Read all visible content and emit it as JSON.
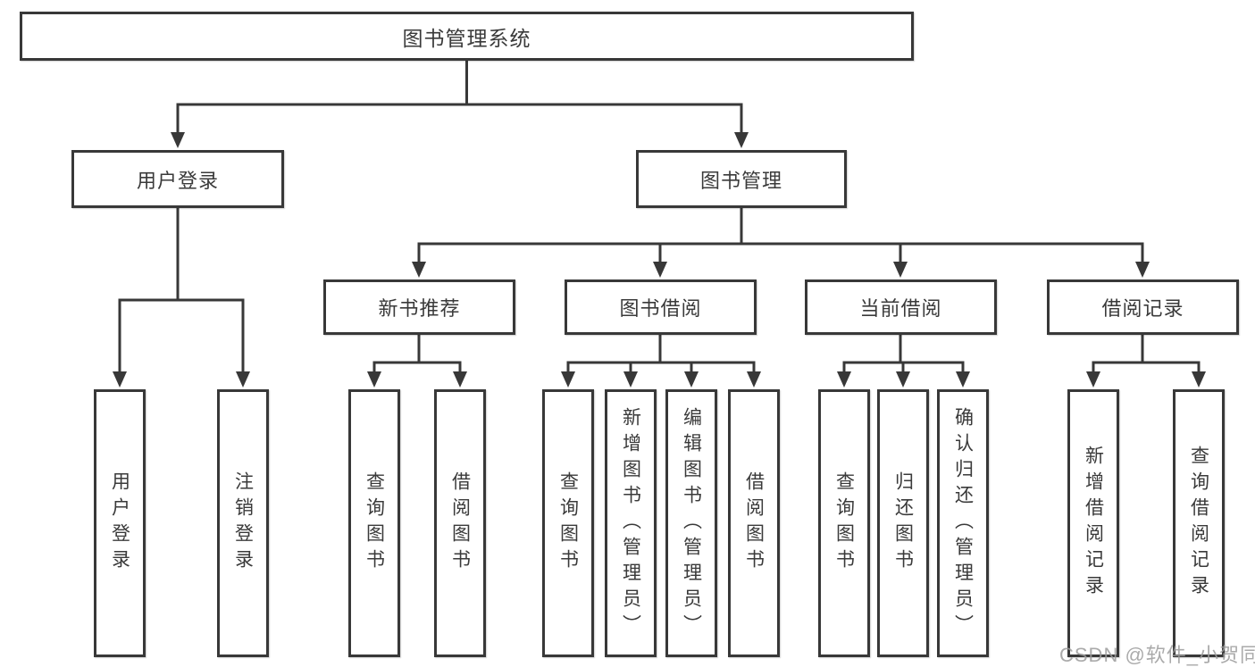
{
  "diagram": {
    "title": "图书管理系统",
    "colors": {
      "line": "#383838",
      "text": "#3a3a3a",
      "background": "#ffffff",
      "watermark_gray": "#9c9c9c"
    },
    "nodes": {
      "root": {
        "label": "图书管理系统"
      },
      "level2": [
        {
          "label": "用户登录"
        },
        {
          "label": "图书管理"
        }
      ],
      "level3": [
        {
          "label": "新书推荐",
          "parent": "图书管理"
        },
        {
          "label": "图书借阅",
          "parent": "图书管理"
        },
        {
          "label": "当前借阅",
          "parent": "图书管理"
        },
        {
          "label": "借阅记录",
          "parent": "图书管理"
        }
      ],
      "leaves": [
        {
          "label": "用户登录",
          "parent": "用户登录"
        },
        {
          "label": "注销登录",
          "parent": "用户登录"
        },
        {
          "label": "查询图书",
          "parent": "新书推荐"
        },
        {
          "label": "借阅图书",
          "parent": "新书推荐"
        },
        {
          "label": "查询图书",
          "parent": "图书借阅"
        },
        {
          "label": "新增图书（管理员）",
          "parent": "图书借阅"
        },
        {
          "label": "编辑图书（管理员）",
          "parent": "图书借阅"
        },
        {
          "label": "借阅图书",
          "parent": "图书借阅"
        },
        {
          "label": "查询图书",
          "parent": "当前借阅"
        },
        {
          "label": "归还图书",
          "parent": "当前借阅"
        },
        {
          "label": "确认归还（管理员）",
          "parent": "当前借阅"
        },
        {
          "label": "新增借阅记录",
          "parent": "借阅记录"
        },
        {
          "label": "查询借阅记录",
          "parent": "借阅记录"
        }
      ]
    },
    "watermark": "CSDN @软件_小贺同学"
  }
}
